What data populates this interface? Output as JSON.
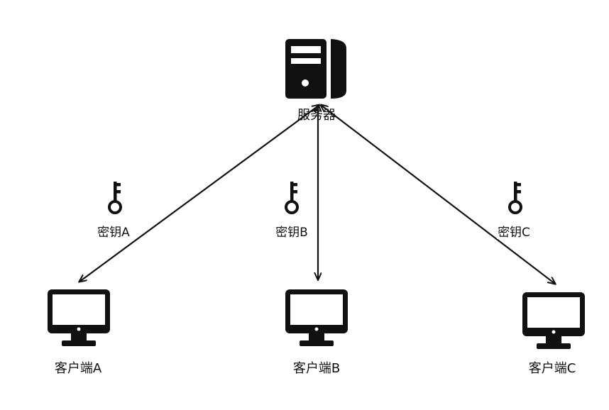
{
  "server": {
    "label": "服务器",
    "icon": "server-icon"
  },
  "clients": [
    {
      "label": "客户端A",
      "icon": "monitor-icon"
    },
    {
      "label": "客户端B",
      "icon": "monitor-icon"
    },
    {
      "label": "客户端C",
      "icon": "monitor-icon"
    }
  ],
  "keys": [
    {
      "label": "密钥A",
      "icon": "key-icon"
    },
    {
      "label": "密钥B",
      "icon": "key-icon"
    },
    {
      "label": "密钥C",
      "icon": "key-icon"
    }
  ],
  "colors": {
    "stroke": "#111111",
    "background": "#ffffff"
  }
}
